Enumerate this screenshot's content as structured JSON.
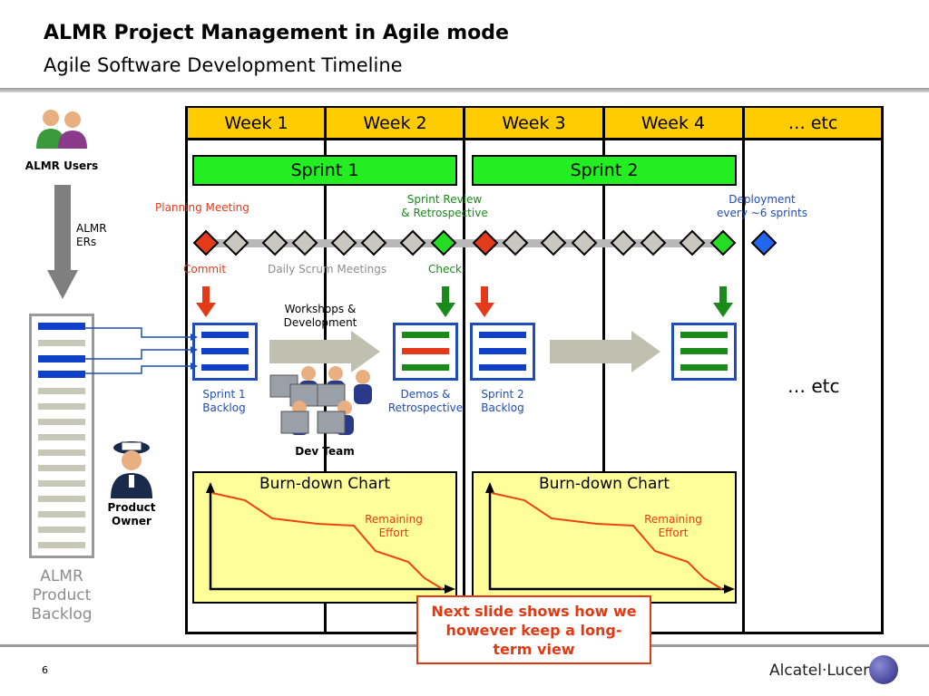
{
  "header": {
    "title": "ALMR Project Management in Agile mode",
    "subtitle": "Agile Software Development Timeline"
  },
  "footer": {
    "page_number": "6",
    "logo": "Alcatel·Lucent"
  },
  "weeks": [
    "Week 1",
    "Week 2",
    "Week 3",
    "Week 4",
    "… etc"
  ],
  "sprints": [
    "Sprint 1",
    "Sprint 2"
  ],
  "timeline": {
    "planning_meeting": "Planning Meeting",
    "sprint_review_1": "Sprint Review",
    "sprint_review_2": "& Retrospective",
    "deployment_1": "Deployment",
    "deployment_2": "every ~6 sprints",
    "commit": "Commit",
    "daily_scrum": "Daily Scrum Meetings",
    "check": "Check",
    "etc": "… etc"
  },
  "left": {
    "users_label": "ALMR Users",
    "ers_label_1": "ALMR",
    "ers_label_2": "ERs",
    "product_owner_1": "Product",
    "product_owner_2": "Owner",
    "backlog_1": "ALMR",
    "backlog_2": "Product",
    "backlog_3": "Backlog"
  },
  "work": {
    "workshops_1": "Workshops &",
    "workshops_2": "Development",
    "sprint1_backlog_1": "Sprint 1",
    "sprint1_backlog_2": "Backlog",
    "demos_1": "Demos &",
    "demos_2": "Retrospective",
    "sprint2_backlog_1": "Sprint 2",
    "sprint2_backlog_2": "Backlog",
    "dev_team": "Dev Team"
  },
  "burndown": {
    "title": "Burn-down Chart",
    "remaining_1": "Remaining",
    "remaining_2": "Effort"
  },
  "callout": {
    "line1": "Next slide shows how we",
    "line2": "however keep a long-",
    "line3": "term view"
  },
  "colors": {
    "week_header": "#ffcc00",
    "sprint_bar": "#22ee22",
    "burn_bg": "#ffff99",
    "accent_red": "#e33a1a",
    "accent_green": "#1a8a1a",
    "accent_blue": "#1f4db8"
  }
}
